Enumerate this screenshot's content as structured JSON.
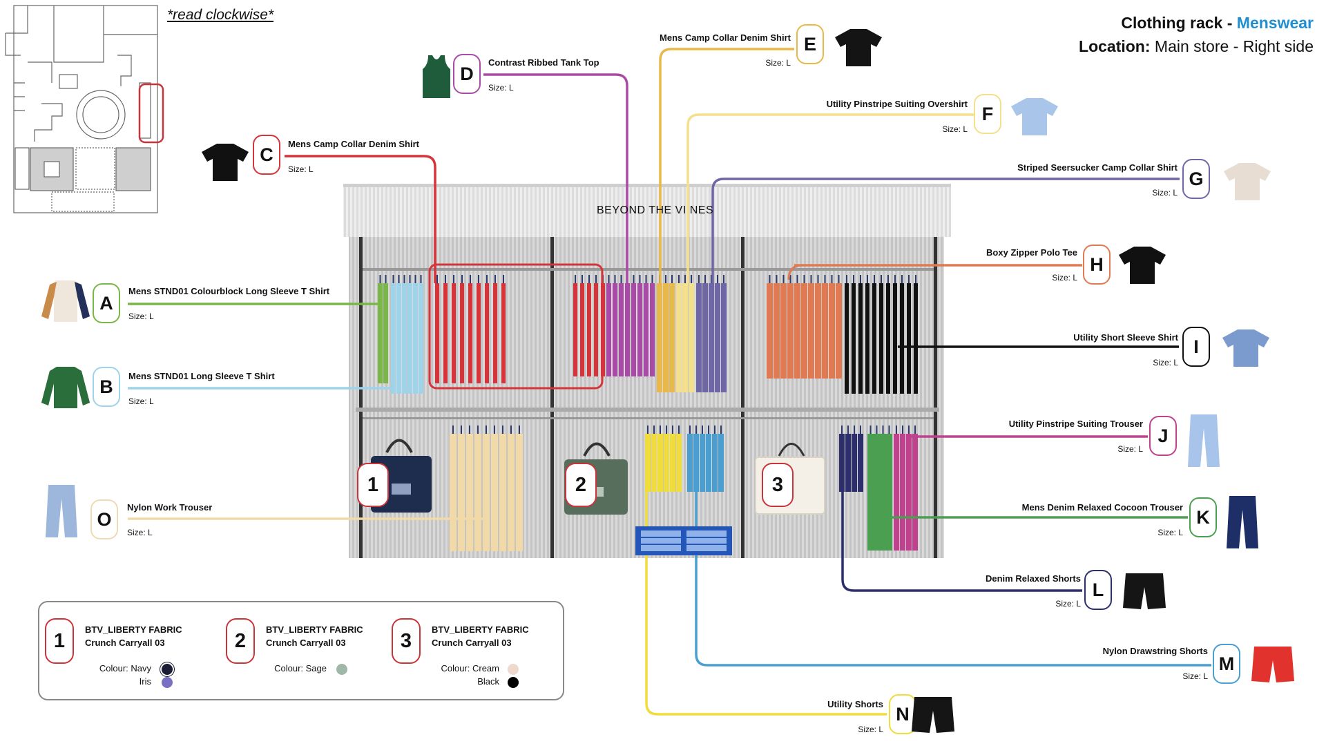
{
  "header": {
    "title_prefix": "Clothing rack - ",
    "title_accent": "Menswear",
    "location_label": "Location:",
    "location_value": " Main store - Right side",
    "note": "*read clockwise*"
  },
  "rack": {
    "brand": "BEYOND THE VI NES"
  },
  "colors": {
    "accent": "#1f8fd0",
    "rack_outline": "#d4343a"
  },
  "items": [
    {
      "letter": "A",
      "name": "Mens STND01 Colourblock Long Sleeve T Shirt",
      "size": "Size: L",
      "color": "#7ab648",
      "icon": "longsleeve-colourblock-icon"
    },
    {
      "letter": "B",
      "name": "Mens STND01 Long Sleeve T Shirt",
      "size": "Size: L",
      "color": "#9ed3ea",
      "icon": "longsleeve-green-icon"
    },
    {
      "letter": "C",
      "name": "Mens Camp Collar Denim Shirt",
      "size": "Size: L",
      "color": "#d4343a",
      "icon": "tshirt-black-icon"
    },
    {
      "letter": "D",
      "name": "Contrast Ribbed Tank Top",
      "size": "Size: L",
      "color": "#a94aa6",
      "icon": "tank-top-icon"
    },
    {
      "letter": "E",
      "name": "Mens Camp Collar Denim Shirt",
      "size": "Size: L",
      "color": "#e8b84a",
      "icon": "shirt-black-icon"
    },
    {
      "letter": "F",
      "name": "Utility Pinstripe Suiting Overshirt",
      "size": "Size: L",
      "color": "#f4e08c",
      "icon": "overshirt-blue-icon"
    },
    {
      "letter": "G",
      "name": "Striped Seersucker Camp Collar Shirt",
      "size": "Size: L",
      "color": "#6f66a6",
      "icon": "shirt-cream-icon"
    },
    {
      "letter": "H",
      "name": "Boxy Zipper Polo Tee",
      "size": "Size: L",
      "color": "#e07a52",
      "icon": "polo-black-icon"
    },
    {
      "letter": "I",
      "name": "Utility Short Sleeve Shirt",
      "size": "Size: L",
      "color": "#111111",
      "icon": "shirt-blue-icon"
    },
    {
      "letter": "J",
      "name": "Utility Pinstripe Suiting Trouser",
      "size": "Size: L",
      "color": "#c0418e",
      "icon": "trouser-lightblue-icon"
    },
    {
      "letter": "K",
      "name": "Mens Denim Relaxed Cocoon Trouser",
      "size": "Size: L",
      "color": "#4aa050",
      "icon": "trouser-denim-icon"
    },
    {
      "letter": "L",
      "name": "Denim Relaxed Shorts",
      "size": "Size: L",
      "color": "#2c2f6b",
      "icon": "shorts-black-icon"
    },
    {
      "letter": "M",
      "name": "Nylon Drawstring Shorts",
      "size": "Size: L",
      "color": "#4a9fd0",
      "icon": "shorts-red-icon"
    },
    {
      "letter": "N",
      "name": "Utility Shorts",
      "size": "Size: L",
      "color": "#f0dc3a",
      "icon": "shorts-black-icon"
    },
    {
      "letter": "O",
      "name": "Nylon Work Trouser",
      "size": "Size: L",
      "color": "#f2d9a8",
      "icon": "trouser-blue-icon"
    }
  ],
  "bags": [
    {
      "number": "1",
      "icon": "tote-bag-navy-icon"
    },
    {
      "number": "2",
      "icon": "tote-bag-sage-icon"
    },
    {
      "number": "3",
      "icon": "tote-bag-cream-icon"
    }
  ],
  "legend": [
    {
      "number": "1",
      "line1": "BTV_LIBERTY FABRIC",
      "line2": "Crunch Carryall 03",
      "colour_label": "Colour: Navy",
      "colour_label2": "Iris",
      "dots": [
        "#1a1d33",
        "#7a70c2"
      ]
    },
    {
      "number": "2",
      "line1": "BTV_LIBERTY FABRIC",
      "line2": "Crunch Carryall 03",
      "colour_label": "Colour: Sage",
      "colour_label2": "",
      "dots": [
        "#9fb8a7"
      ]
    },
    {
      "number": "3",
      "line1": "BTV_LIBERTY FABRIC",
      "line2": "Crunch Carryall 03",
      "colour_label": "Colour: Cream",
      "colour_label2": "Black",
      "dots": [
        "#eed9cc",
        "#000000"
      ]
    }
  ]
}
